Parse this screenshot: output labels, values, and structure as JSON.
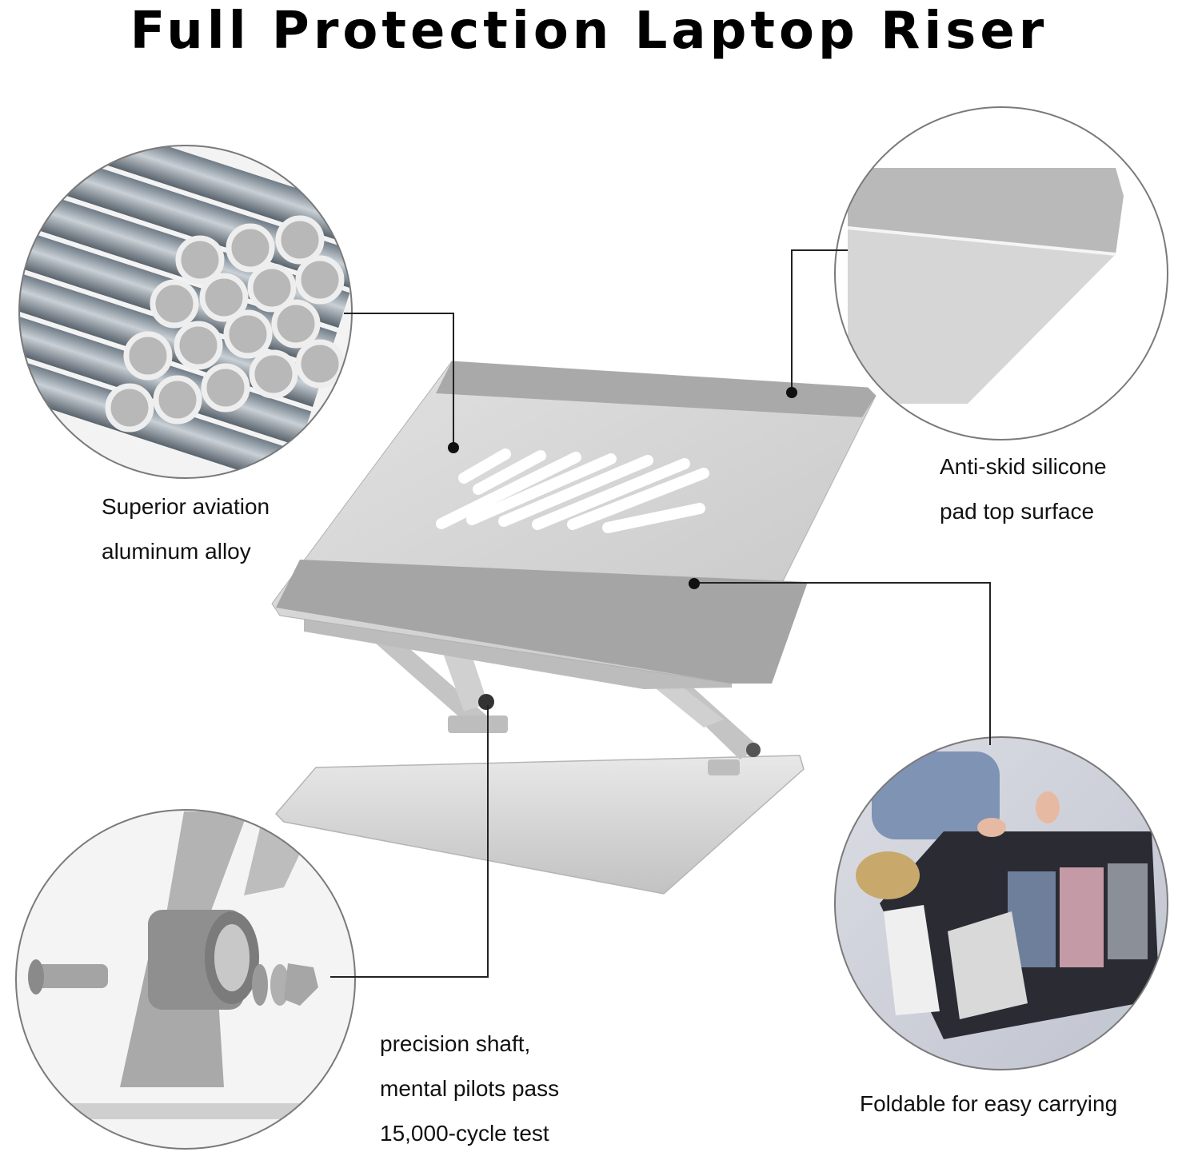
{
  "title": "Full Protection Laptop Riser",
  "features": [
    {
      "id": "alloy",
      "lines": [
        "Superior aviation",
        "aluminum alloy"
      ]
    },
    {
      "id": "pad",
      "lines": [
        "Anti-skid silicone",
        "pad top surface"
      ]
    },
    {
      "id": "shaft",
      "lines": [
        "precision shaft,",
        "mental pilots pass",
        "15,000-cycle test"
      ]
    },
    {
      "id": "fold",
      "lines": [
        "Foldable for easy carrying"
      ]
    }
  ],
  "colors": {
    "leader_line": "#222222",
    "aluminum": "#d4d4d4",
    "aluminum_dark": "#9e9e9e",
    "circle_border": "#7a7a7a"
  }
}
